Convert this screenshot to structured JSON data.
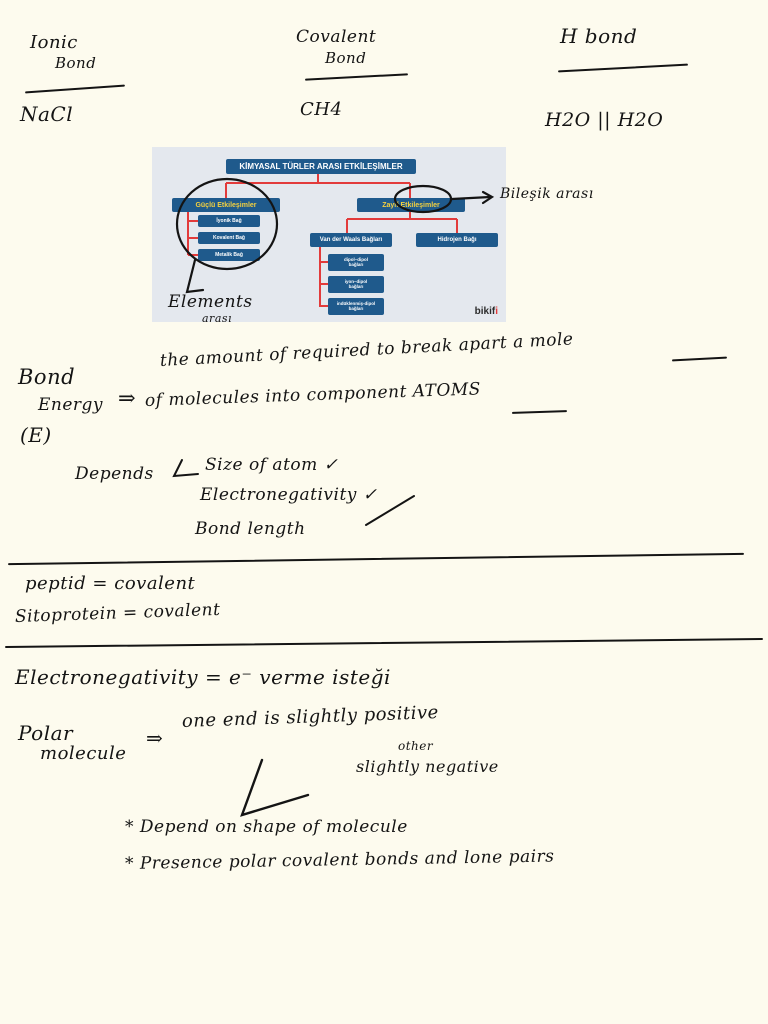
{
  "header": {
    "col1_line1": "Ionic",
    "col1_line2": "Bond",
    "col2_line1": "Covalent",
    "col2_line2": "Bond",
    "col3": "H bond",
    "ex1": "NaCl",
    "ex2": "CH4",
    "ex3": "H2O || H2O"
  },
  "diagram": {
    "title": "KİMYASAL TÜRLER ARASI ETKİLEŞİMLER",
    "strong": "Güçlü Etkileşimler",
    "strong_items": [
      "İyonik Bağ",
      "Kovalent Bağ",
      "Metalik Bağ"
    ],
    "weak": "Zayıf Etkileşimler",
    "vdw": "Van der Waals Bağları",
    "hydrogen": "Hidrojen Bağı",
    "vdw_items": [
      [
        "dipol–dipol",
        "bağları"
      ],
      [
        "iyon–dipol",
        "bağları"
      ],
      [
        "indüklenmiş-dipol",
        "bağları"
      ]
    ],
    "brand": "bikifi",
    "colors": {
      "box": "#1f5a8c",
      "line": "#e23b3b",
      "highlight": "#f4d03f"
    }
  },
  "annotations": {
    "bilesik": "Bileşik arası",
    "elements_line1": "Elements",
    "elements_line2": "arası"
  },
  "bond_energy": {
    "term_line1": "Bond",
    "term_line2": "Energy",
    "term_line3": "(E)",
    "arrow": "⇒",
    "def_line1": "the amount of required to break apart a mole",
    "def_line2": "of molecules into component ATOMS",
    "depends": "Depends",
    "factors": [
      "Size of atom ✓",
      "Electronegativity ✓",
      "Bond length"
    ]
  },
  "notes": {
    "peptid": "peptid = covalent",
    "sitoprotein": "Sitoprotein = covalent"
  },
  "electronegativity": {
    "line": "Electronegativity = e⁻ verme isteği"
  },
  "polar": {
    "term_line1": "Polar",
    "term_line2": "molecule",
    "arrow": "⇒",
    "desc_line1": "one end is slightly positive",
    "desc_or": "other",
    "desc_line2": "slightly negative",
    "bullets": [
      "* Depend on shape of molecule",
      "* Presence polar covalent bonds and lone pairs"
    ]
  }
}
